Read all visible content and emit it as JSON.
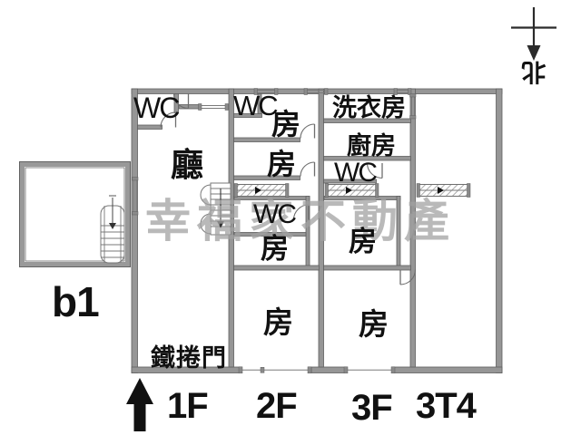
{
  "compass": {
    "north_label": "北"
  },
  "watermark": {
    "text": "幸福家不動產",
    "color": "#a2a2a2"
  },
  "entrance": {
    "shutter_label": "鐵捲門"
  },
  "floor_labels": {
    "b1": "b1",
    "f1": "1F",
    "f2": "2F",
    "f3": "3F",
    "f3t4": "3T4"
  },
  "rooms": {
    "f1": {
      "wc": "WC",
      "hall": "廳"
    },
    "f2": {
      "wc_top": "WC",
      "room_a": "房",
      "room_b": "房",
      "wc_mid": "WC",
      "room_c": "房",
      "room_d": "房"
    },
    "f3": {
      "laundry": "洗衣房",
      "kitchen": "廚房",
      "wc": "WC",
      "room_a": "房",
      "room_b": "房"
    }
  },
  "colors": {
    "wall": "#969696",
    "label_text": "#111111",
    "watermark": "#a2a2a2",
    "arrow": "#111111"
  }
}
